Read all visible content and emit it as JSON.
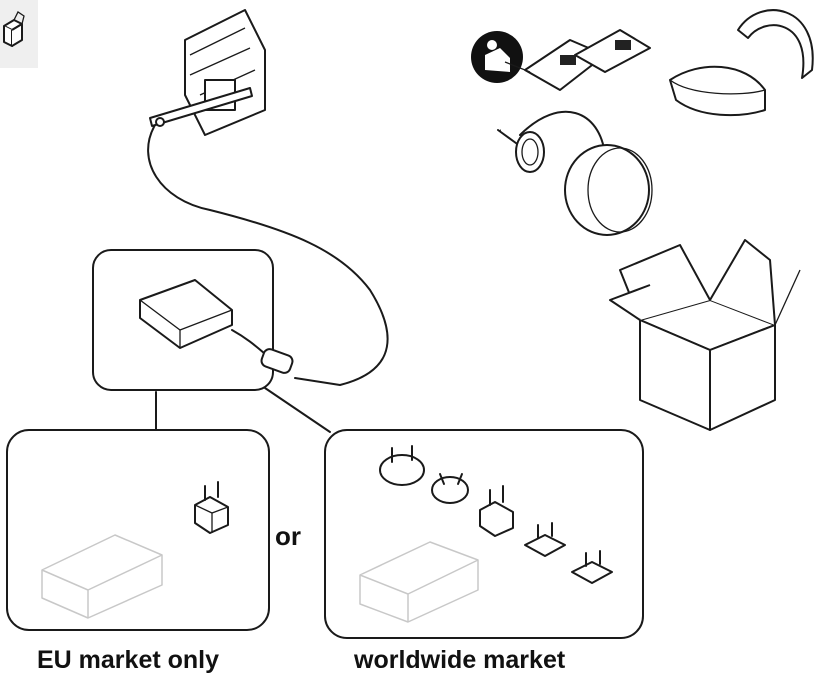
{
  "labels": {
    "eu_market": "EU market only",
    "worldwide_market": "worldwide market",
    "or": "or"
  },
  "icons": {
    "manual": "read-manual-icon",
    "box": "open-box-icon",
    "corner": "package-icon"
  },
  "colors": {
    "line": "#1a1a1a",
    "faint": "#c8c8c8",
    "corner_bg": "#efefef",
    "text": "#111111"
  }
}
